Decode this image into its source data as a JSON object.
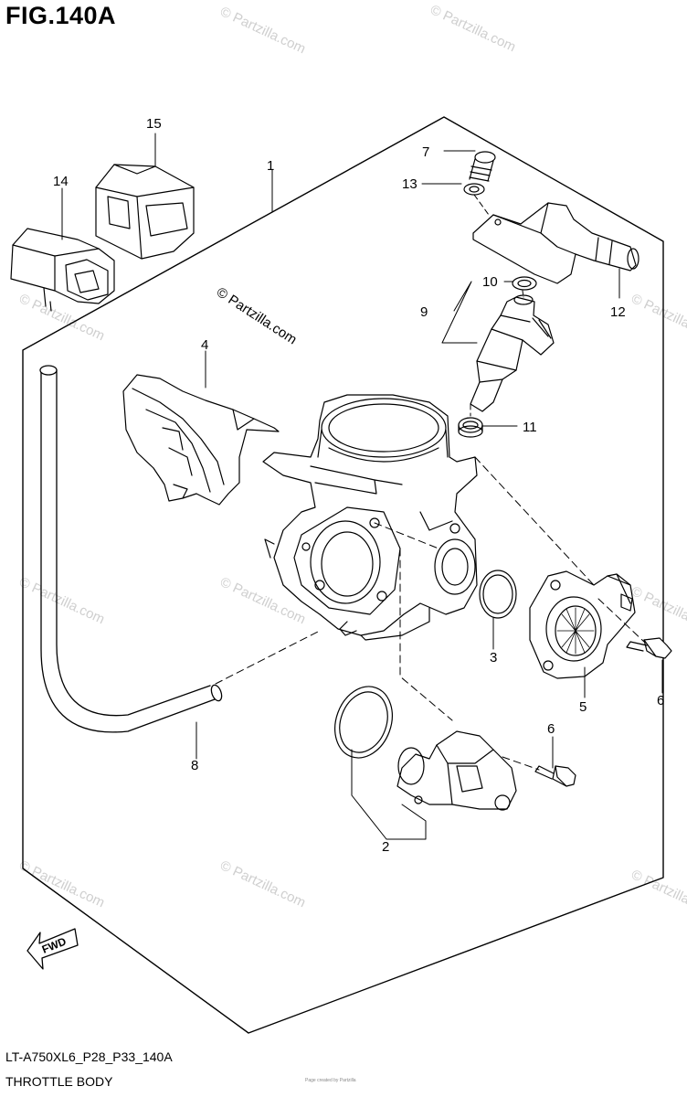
{
  "figure": {
    "title": "FIG.140A",
    "code": "LT-A750XL6_P28_P33_140A",
    "name": "THROTTLE BODY",
    "fwd_label": "FWD",
    "copyright": "Page created by Partzilla"
  },
  "watermark": {
    "diagonal": "© Partzilla.com",
    "small": "© Partzilla.com"
  },
  "callouts": [
    {
      "id": "1",
      "label": "1"
    },
    {
      "id": "2",
      "label": "2"
    },
    {
      "id": "3",
      "label": "3"
    },
    {
      "id": "4",
      "label": "4"
    },
    {
      "id": "5",
      "label": "5"
    },
    {
      "id": "6a",
      "label": "6"
    },
    {
      "id": "6b",
      "label": "6"
    },
    {
      "id": "7",
      "label": "7"
    },
    {
      "id": "8",
      "label": "8"
    },
    {
      "id": "9",
      "label": "9"
    },
    {
      "id": "10",
      "label": "10"
    },
    {
      "id": "11",
      "label": "11"
    },
    {
      "id": "12",
      "label": "12"
    },
    {
      "id": "13",
      "label": "13"
    },
    {
      "id": "14",
      "label": "14"
    },
    {
      "id": "15",
      "label": "15"
    }
  ]
}
